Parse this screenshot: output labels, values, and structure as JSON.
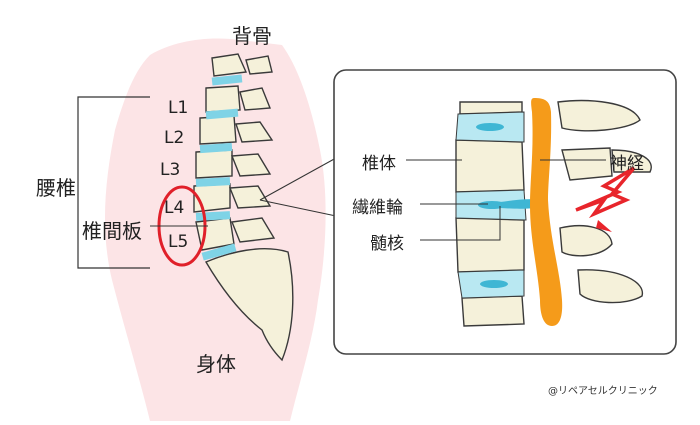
{
  "labels": {
    "back": "背骨",
    "body_side": "身体",
    "lumbar": "腰椎",
    "intervertebral_disc": "椎間板",
    "segments": [
      "L1",
      "L2",
      "L3",
      "L4",
      "L5"
    ],
    "vertebral_body": "椎体",
    "annulus_fibrosus": "繊維輪",
    "nucleus_pulposus": "髄核",
    "nerve": "神経"
  },
  "credit": "@リペアセルクリニック",
  "colors": {
    "body_skin": "#fce4e6",
    "bone": "#f5f1da",
    "bone_outline": "#3a3a3a",
    "disc": "#7fd3e6",
    "nerve": "#f59b1a",
    "pain": "#e8252b",
    "highlight_circle": "#e0202a"
  }
}
